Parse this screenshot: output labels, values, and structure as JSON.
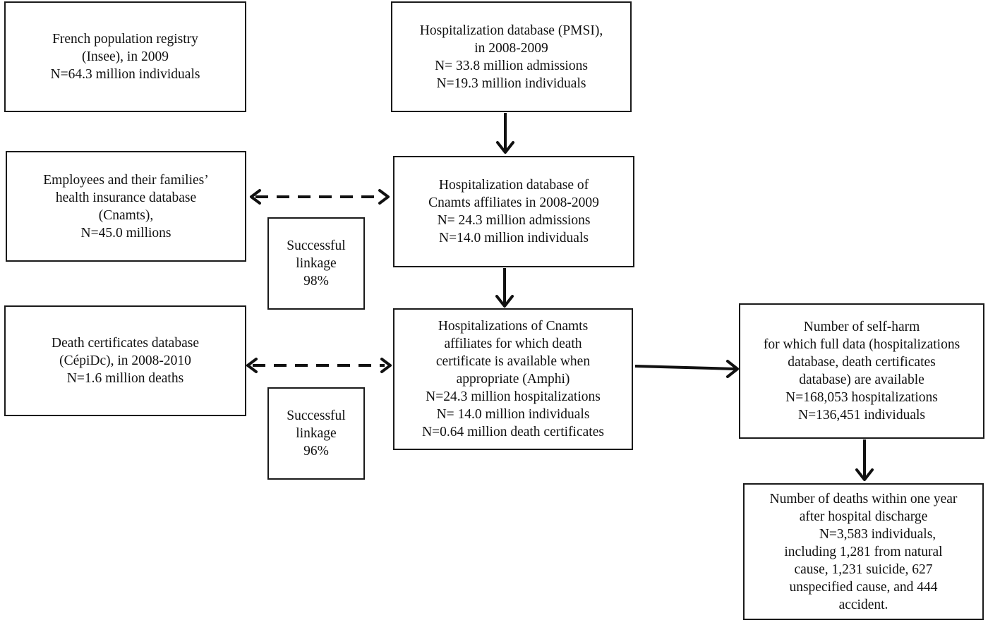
{
  "boxes": {
    "insee": {
      "lines": [
        "French population registry",
        "(Insee), in 2009",
        "N=64.3 million individuals"
      ]
    },
    "pmsi": {
      "lines": [
        "Hospitalization database (PMSI),",
        "in 2008-2009",
        "N= 33.8 million admissions",
        "N=19.3 million individuals"
      ]
    },
    "cnamts_db": {
      "lines": [
        "Employees and their families’",
        "health insurance database",
        "(Cnamts),",
        "N=45.0 millions"
      ]
    },
    "cnamts_hosp": {
      "lines": [
        "Hospitalization database of",
        "Cnamts affiliates in 2008-2009",
        "N= 24.3 million admissions",
        "N=14.0 million individuals"
      ]
    },
    "linkage_98": {
      "lines": [
        "Successful",
        "linkage",
        "98%"
      ]
    },
    "cepidc": {
      "lines": [
        "Death certificates database",
        "(CépiDc), in 2008-2010",
        "N=1.6 million deaths"
      ]
    },
    "amphi": {
      "lines": [
        "Hospitalizations of Cnamts",
        "affiliates for which death",
        "certificate is available when",
        "appropriate (Amphi)",
        "N=24.3 million hospitalizations",
        "N= 14.0 million individuals",
        "N=0.64 million death certificates"
      ]
    },
    "linkage_96": {
      "lines": [
        "Successful",
        "linkage",
        "96%"
      ]
    },
    "selfharm": {
      "lines": [
        "Number of self-harm",
        "for which full data (hospitalizations",
        "database, death certificates",
        "database) are available",
        "N=168,053 hospitalizations",
        "N=136,451 individuals"
      ]
    },
    "deaths": {
      "lines": [
        "Number of deaths within one year",
        "after hospital discharge",
        "N=3,583 individuals,",
        "including 1,281 from natural",
        "cause, 1,231 suicide, 627",
        "unspecified cause, and 444",
        "accident."
      ]
    }
  }
}
